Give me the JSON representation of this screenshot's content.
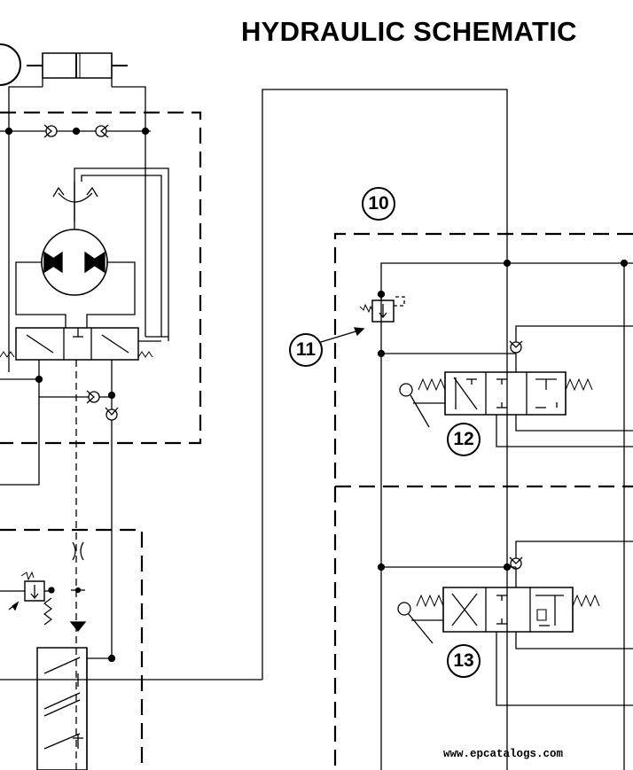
{
  "diagram": {
    "title": "HYDRAULIC SCHEMATIC",
    "callouts": {
      "c10": "10",
      "c11": "11",
      "c12": "12",
      "c13": "13"
    },
    "watermark": "www.epcatalogs.com"
  }
}
